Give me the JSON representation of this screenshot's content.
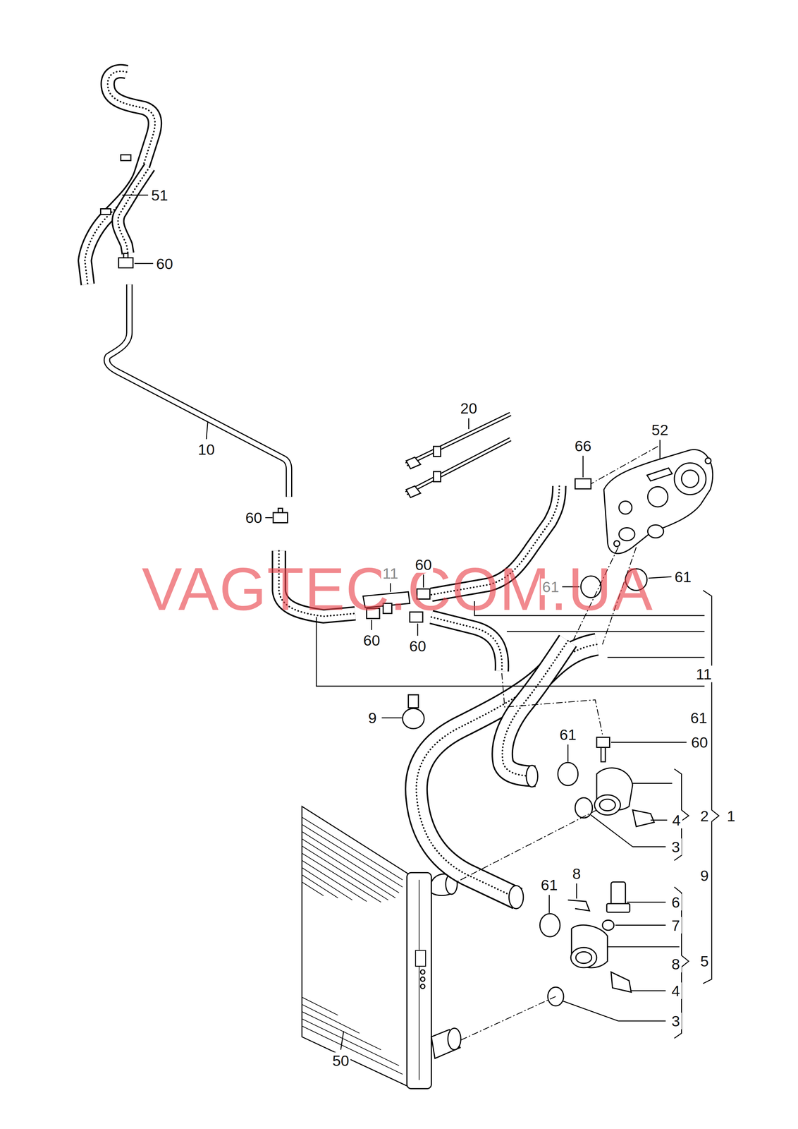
{
  "diagram": {
    "labels": [
      "51",
      "60",
      "10",
      "20",
      "52",
      "66",
      "60",
      "11",
      "60",
      "61",
      "61",
      "60",
      "60",
      "11",
      "9",
      "61",
      "60",
      "61",
      "2",
      "1",
      "4",
      "3",
      "8",
      "9",
      "6",
      "61",
      "7",
      "8",
      "5",
      "4",
      "3",
      "50",
      "VAGTEC.COM.UA"
    ]
  }
}
